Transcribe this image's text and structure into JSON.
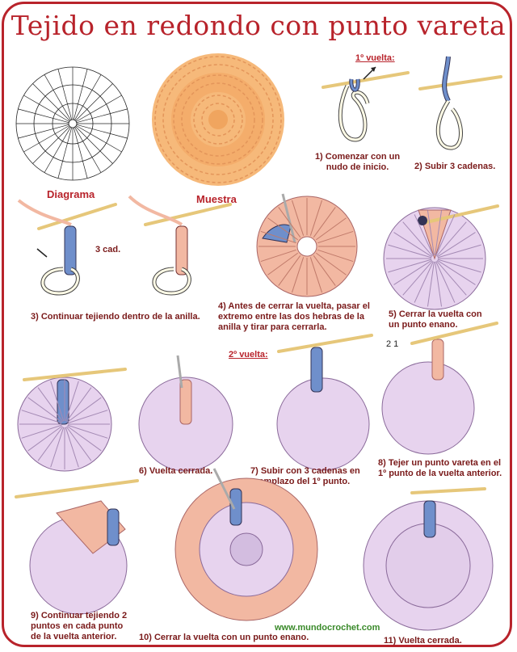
{
  "title": "Tejido en redondo con punto vareta",
  "labels": {
    "diagram": "Diagrama",
    "sample": "Muestra",
    "round1": "1º vuelta:",
    "round2": "2º vuelta:",
    "ch3": "3 cad.",
    "step1": "1) Comenzar con un nudo de inicio.",
    "step2": "2) Subir 3 cadenas.",
    "step3": "3) Continuar tejiendo dentro de la anilla.",
    "step4": "4) Antes de cerrar la vuelta, pasar el extremo entre las dos hebras de la anilla y tirar para cerrarla.",
    "step5": "5) Cerrar la vuelta con un punto enano.",
    "step6": "6) Vuelta cerrada.",
    "step7": "7) Subir con 3 cadenas en reemplazo del 1º punto.",
    "step8": "8) Tejer un punto vareta en el 1º punto de la vuelta anterior.",
    "step9": "9) Continuar tejiendo 2 puntos en cada punto de la vuelta anterior.",
    "step10": "10) Cerrar la vuelta con un punto enano.",
    "step11": "11) Vuelta cerrada.",
    "arrow_nums": "2  1"
  },
  "website": "www.mundocrochet.com",
  "colors": {
    "frame": "#b8232b",
    "title": "#b8232b",
    "yarn_sample": "#f6b97a",
    "yarn_lilac": "#e7d3ee",
    "yarn_salmon": "#f2b8a2",
    "yarn_blue": "#6f8fcb",
    "hook": "#e6c77a"
  }
}
